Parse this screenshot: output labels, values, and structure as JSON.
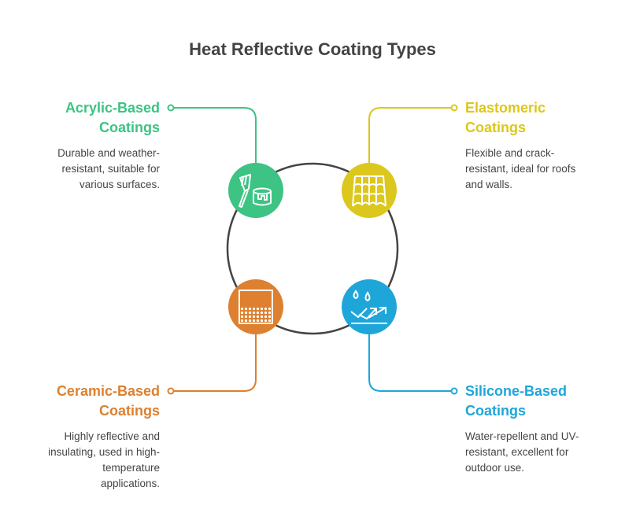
{
  "title": "Heat Reflective Coating Types",
  "colors": {
    "acrylic": "#3dc384",
    "elastomeric": "#dcc71d",
    "ceramic": "#dd802f",
    "silicone": "#1ea6d9",
    "ring": "#444444"
  },
  "items": [
    {
      "title1": "Acrylic-Based",
      "title2": "Coatings",
      "desc1": "Durable and weather-",
      "desc2": "resistant, suitable for",
      "desc3": "various surfaces.",
      "desc4": "",
      "icon": "paintbrush-bucket-icon"
    },
    {
      "title1": "Elastomeric",
      "title2": "Coatings",
      "desc1": "Flexible and crack-",
      "desc2": "resistant, ideal for roofs",
      "desc3": "and walls.",
      "desc4": "",
      "icon": "roof-tiles-icon"
    },
    {
      "title1": "Ceramic-Based",
      "title2": "Coatings",
      "desc1": "Highly reflective and",
      "desc2": "insulating, used in high-",
      "desc3": "temperature",
      "desc4": "applications.",
      "icon": "textured-layer-icon"
    },
    {
      "title1": "Silicone-Based",
      "title2": "Coatings",
      "desc1": "Water-repellent and UV-",
      "desc2": "resistant, excellent for",
      "desc3": "outdoor use.",
      "desc4": "",
      "icon": "water-drops-icon"
    }
  ]
}
